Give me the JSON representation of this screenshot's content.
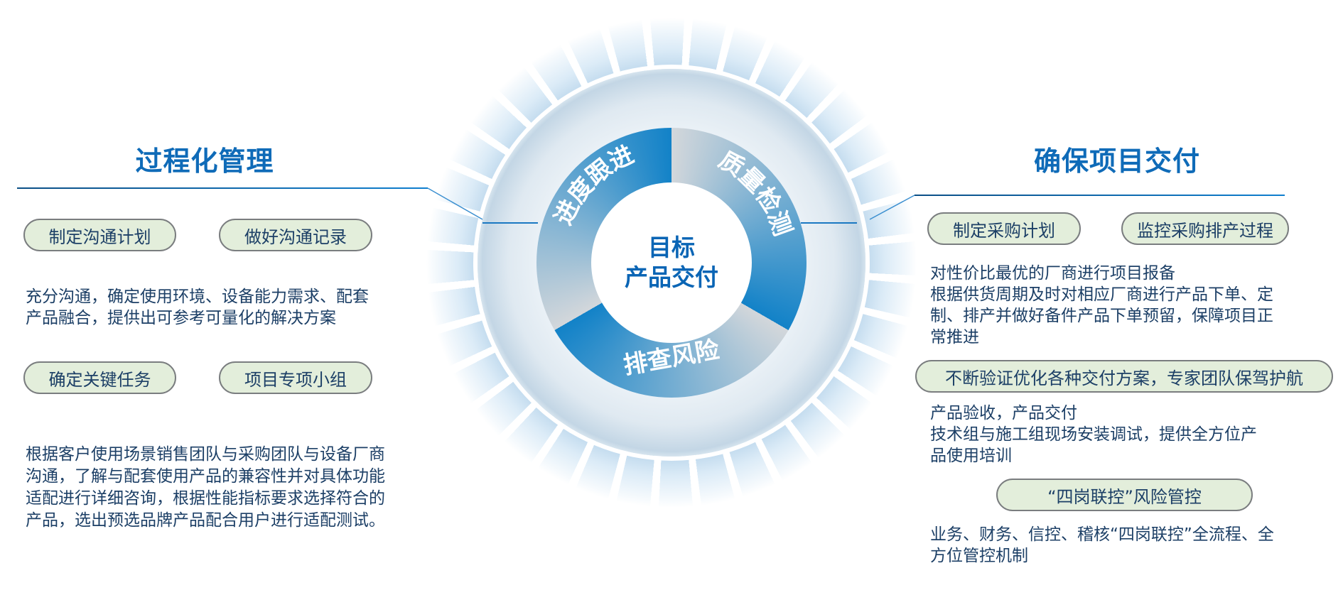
{
  "left": {
    "title": "过程化管理",
    "pills": [
      "制定沟通计划",
      "做好沟通记录",
      "确定关键任务",
      "项目专项小组"
    ],
    "para1": [
      "充分沟通，确定使用环境、设备能力需求、配套",
      "产品融合，提供出可参考可量化的解决方案"
    ],
    "para2": [
      "根据客户使用场景销售团队与采购团队与设备厂商",
      "沟通，了解与配套使用产品的兼容性并对具体功能",
      "适配进行详细咨询，根据性能指标要求选择符合的",
      "产品，选出预选品牌产品配合用户进行适配测试。"
    ]
  },
  "center": {
    "line1": "目标",
    "line2": "产品交付",
    "segments": [
      "进度跟进",
      "质量检测",
      "排查风险"
    ]
  },
  "right": {
    "title": "确保项目交付",
    "pills": [
      "制定采购计划",
      "监控采购排产过程",
      "不断验证优化各种交付方案，专家团队保驾护航",
      "“四岗联控”风险管控"
    ],
    "para1": [
      "对性价比最优的厂商进行项目报备",
      "根据供货周期及时对相应厂商进行产品下单、定",
      "制、排产并做好备件产品下单预留，保障项目正",
      "常推进"
    ],
    "para2": [
      "产品验收，产品交付",
      "技术组与施工组现场安装调试，提供全方位产",
      "品使用培训"
    ],
    "para3": [
      "业务、财务、信控、稽核“四岗联控”全流程、全",
      "方位管控机制"
    ]
  },
  "colors": {
    "accent": "#0f6bb8",
    "segment_blue": "#1282c8",
    "segment_gray": "#d3d7db",
    "pill_fill": "#e3eedb",
    "text": "#1c3f66"
  }
}
